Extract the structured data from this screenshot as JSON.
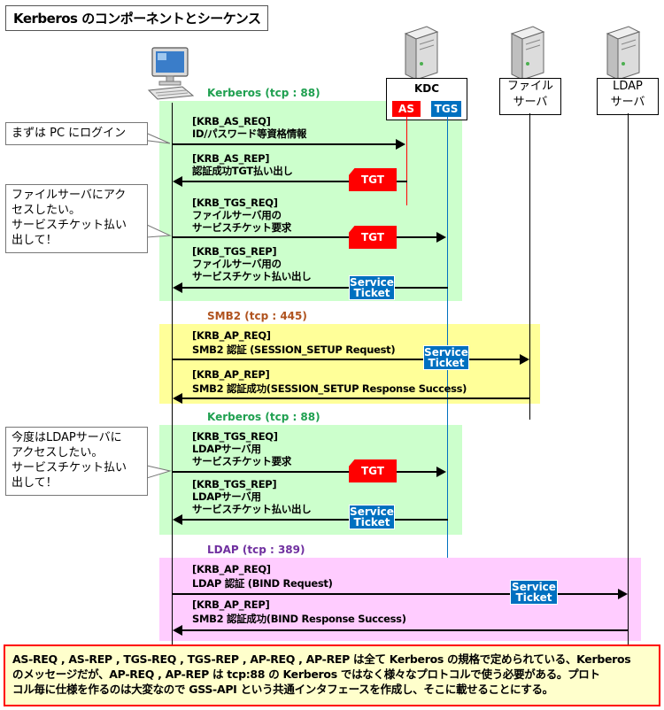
{
  "title": "Kerberos のコンポーネントとシーケンス",
  "participants": {
    "kdc": "KDC",
    "as": "AS",
    "tgs": "TGS",
    "file_server": [
      "ファイル",
      "サーバ"
    ],
    "ldap_server": [
      "LDAP",
      "サーバ"
    ]
  },
  "bands": {
    "kerberos1": "Kerberos (tcp : 88)",
    "smb2": "SMB2 (tcp : 445)",
    "kerberos2": "Kerberos (tcp : 88)",
    "ldap": "LDAP (tcp : 389)"
  },
  "messages": [
    {
      "name": "[KRB_AS_REQ]",
      "desc": "ID/パスワード等資格情報"
    },
    {
      "name": "[KRB_AS_REP]",
      "desc": "認証成功TGT払い出し"
    },
    {
      "name": "[KRB_TGS_REQ]",
      "desc": [
        "ファイルサーバ用の",
        "サービスチケット要求"
      ]
    },
    {
      "name": "[KRB_TGS_REP]",
      "desc": [
        "ファイルサーバ用の",
        "サービスチケット払い出し"
      ]
    },
    {
      "name": "[KRB_AP_REQ]",
      "desc": "SMB2 認証 (SESSION_SETUP Request)"
    },
    {
      "name": "[KRB_AP_REP]",
      "desc": "SMB2 認証成功(SESSION_SETUP Response Success)"
    },
    {
      "name": "[KRB_TGS_REQ]",
      "desc": [
        "LDAPサーバ用",
        "サービスチケット要求"
      ]
    },
    {
      "name": "[KRB_TGS_REP]",
      "desc": [
        "LDAPサーバ用",
        "サービスチケット払い出し"
      ]
    },
    {
      "name": "[KRB_AP_REQ]",
      "desc": "LDAP 認証 (BIND Request)"
    },
    {
      "name": "[KRB_AP_REP]",
      "desc": "SMB2 認証成功(BIND Response Success)"
    }
  ],
  "tags": {
    "tgt": "TGT",
    "service_ticket": [
      "Service",
      "Ticket"
    ]
  },
  "callouts": {
    "login": "まずは PC にログイン",
    "file_access": [
      "ファイルサーバにアク",
      "セスしたい。",
      "サービスチケット払い",
      "出して！"
    ],
    "ldap_access": [
      "今度はLDAPサーバに",
      "アクセスしたい。",
      "サービスチケット払い",
      "出して！"
    ]
  },
  "note": [
    "AS-REQ , AS-REP , TGS-REQ , TGS-REP , AP-REQ , AP-REP は全て Kerberos の規格で定められている、Kerberos",
    "のメッセージだが、AP-REQ , AP-REP は tcp:88 の Kerberos ではなく様々なプロトコルで使う必要がある。プロト",
    "コル毎に仕様を作るのは大変なので GSS-API という共通インタフェースを作成し、そこに載せることにする。"
  ],
  "colors": {
    "kerberos_band": "#ccffcc",
    "smb2_band": "#ffff99",
    "ldap_band": "#ffccff",
    "tgt": "#ff0000",
    "service_ticket": "#0070c0",
    "note_border": "#ff0000"
  },
  "icons": {
    "pc": "desktop-computer-icon",
    "server": "server-tower-icon"
  }
}
